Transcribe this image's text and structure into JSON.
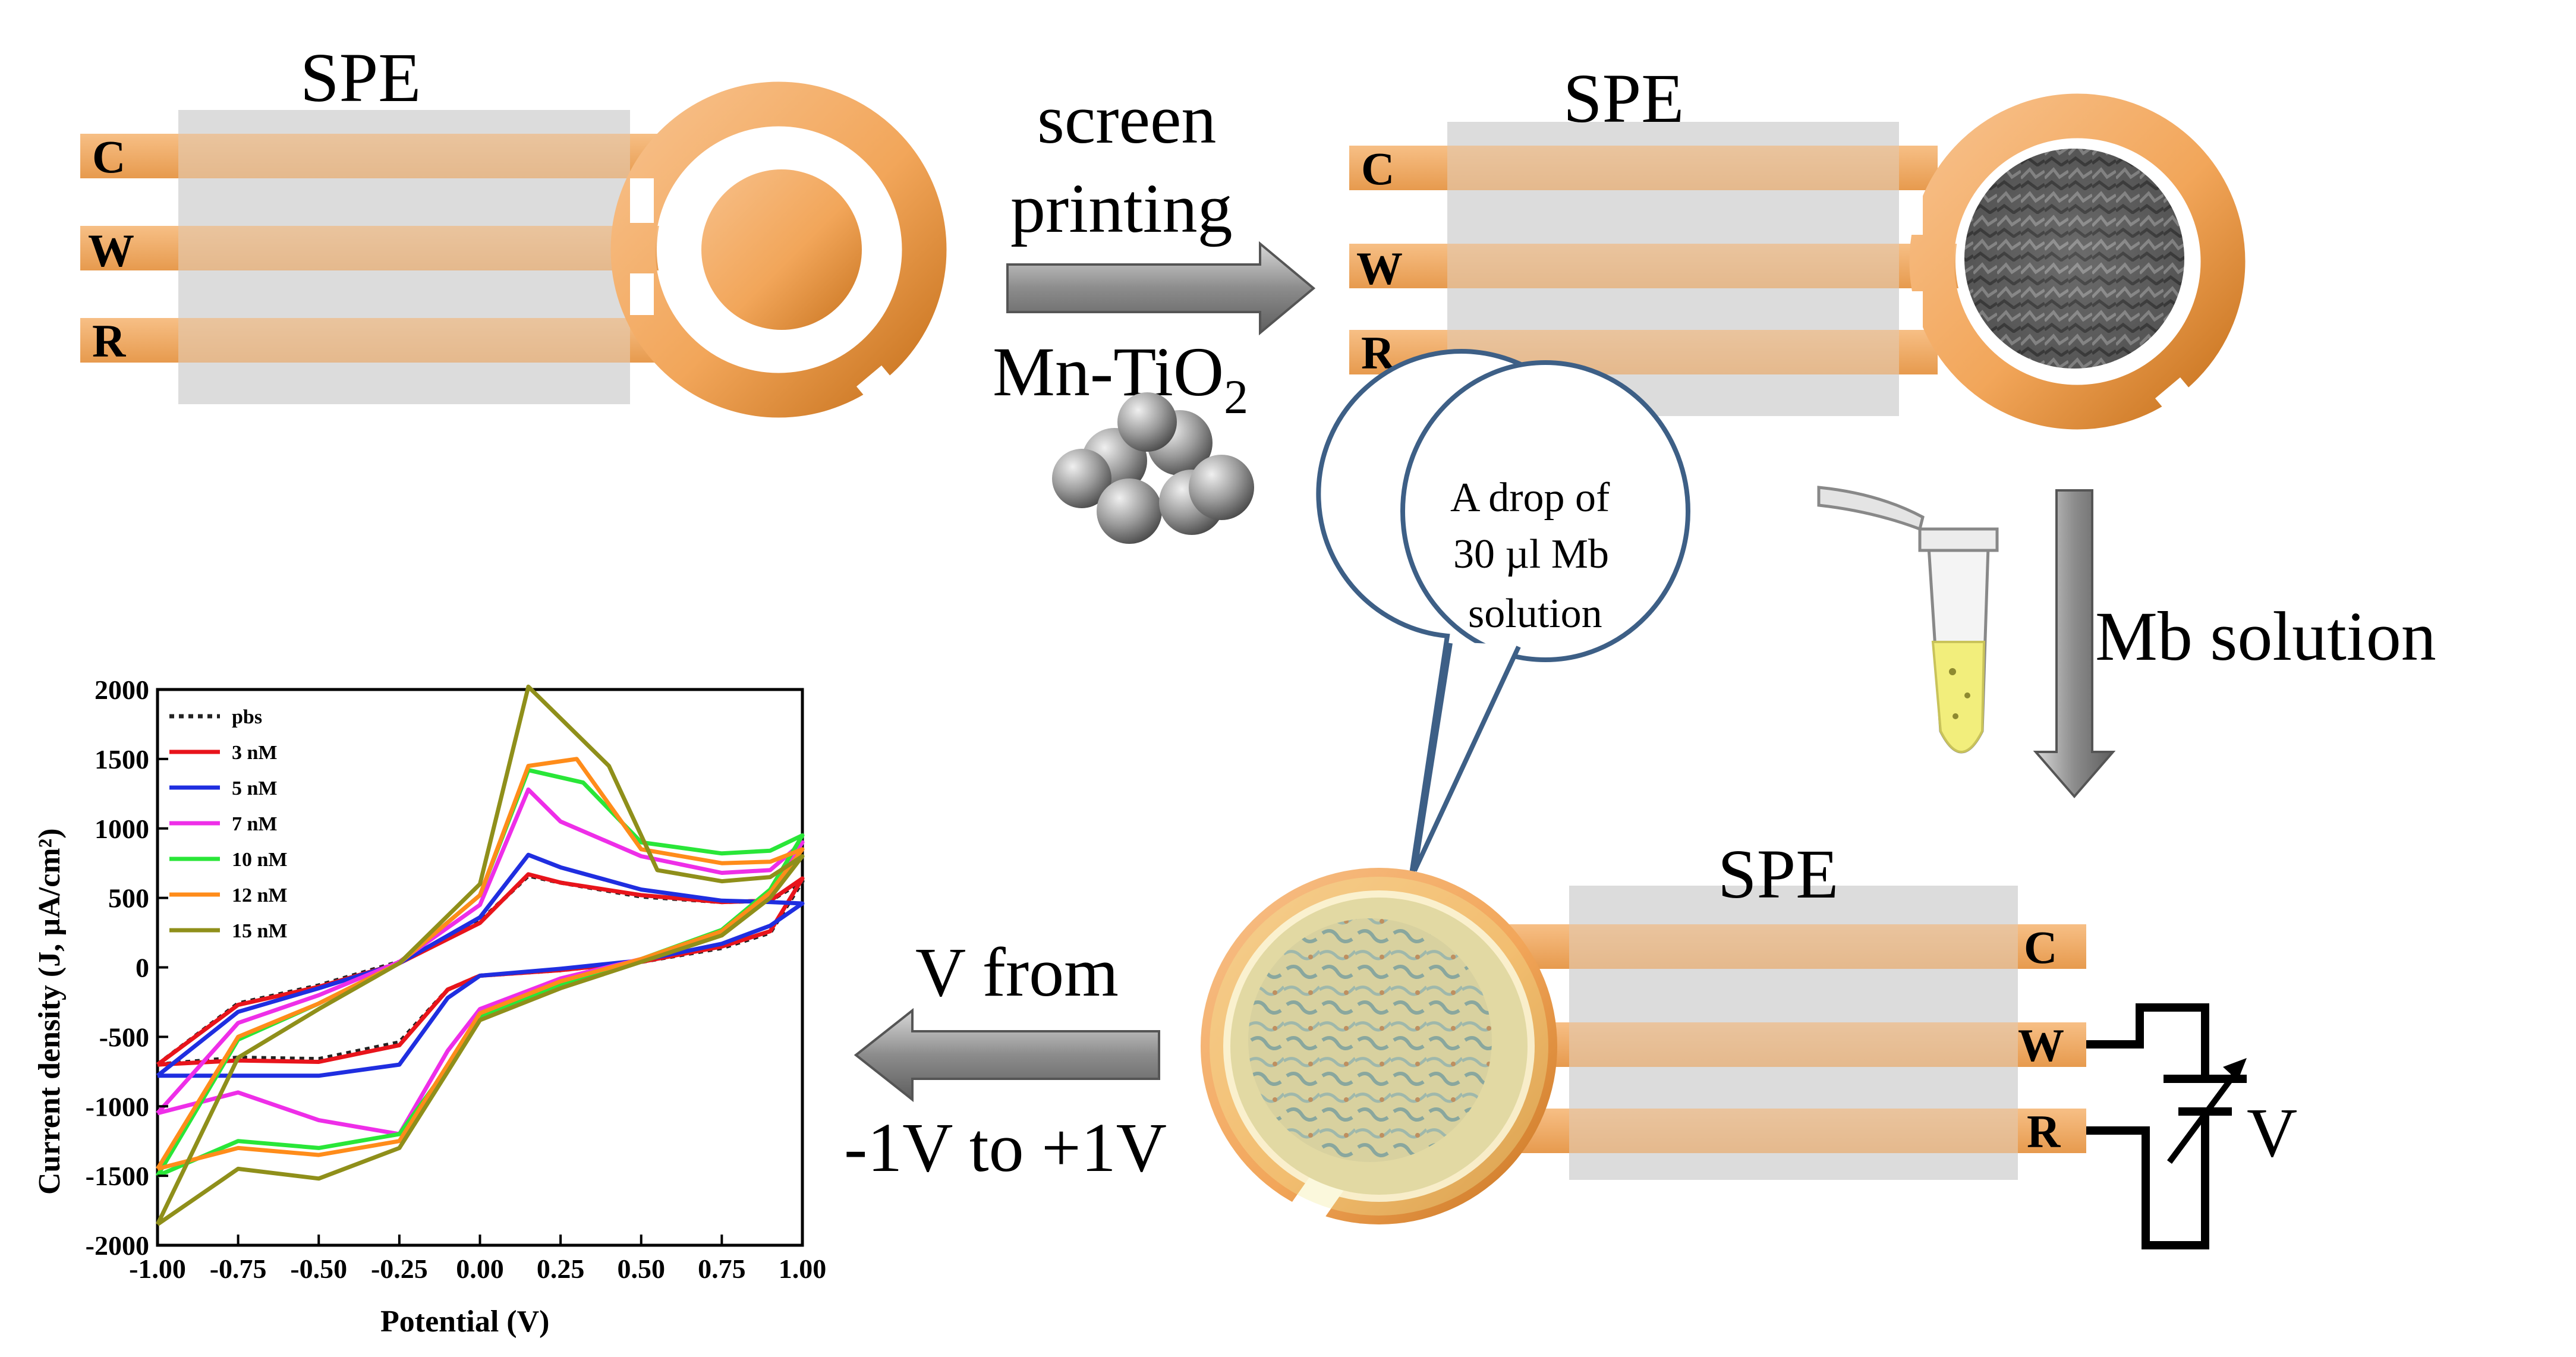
{
  "labels": {
    "spe1": "SPE",
    "spe2": "SPE",
    "spe3": "SPE",
    "c": "C",
    "w": "W",
    "r": "R",
    "step1_line1": "screen",
    "step1_line2": "printing",
    "step1_material": "Mn-TiO",
    "step1_subscript": "2",
    "step2": "Mb solution",
    "bubble_line1": "A drop of",
    "bubble_line2": "30 µl Mb",
    "bubble_line3": "solution",
    "step3_line1": "V from",
    "step3_line2": "-1V to +1V",
    "voltage": "V"
  },
  "colors": {
    "electrode_orange": "#f2a65a",
    "electrode_dark": "#d9822b",
    "substrate_grey": "#dcdcdc",
    "arrow_grey": "#9a9a9a",
    "bubble_stroke": "#3d5f86",
    "protein_blue": "#4a7fa0",
    "tube_yellow": "#f2ee7c"
  },
  "chart_data": {
    "type": "line",
    "xlabel": "Potential (V)",
    "ylabel": "Current density (J, µA/cm²)",
    "xlim": [
      -1.0,
      1.0
    ],
    "ylim": [
      -2000,
      2000
    ],
    "xticks": [
      "-1.00",
      "-0.75",
      "-0.50",
      "-0.25",
      "0.00",
      "0.25",
      "0.50",
      "0.75",
      "1.00"
    ],
    "yticks": [
      "2000",
      "1500",
      "1000",
      "500",
      "0",
      "-500",
      "-1000",
      "-1500",
      "-2000"
    ],
    "legend_position": "top-left",
    "series": [
      {
        "name": "pbs",
        "color": "#222222",
        "dash": true,
        "x": [
          -1.0,
          -0.75,
          -0.5,
          -0.25,
          0.0,
          0.15,
          0.25,
          0.5,
          0.75,
          0.9,
          1.0,
          0.9,
          0.75,
          0.5,
          0.25,
          0.0,
          -0.1,
          -0.25,
          -0.5,
          -0.75,
          -1.0
        ],
        "y": [
          -700,
          -260,
          -130,
          40,
          330,
          660,
          610,
          510,
          470,
          480,
          620,
          250,
          140,
          40,
          -20,
          -60,
          -160,
          -540,
          -660,
          -650,
          -700
        ]
      },
      {
        "name": "3 nM",
        "color": "#e8141b",
        "x": [
          -1.0,
          -0.75,
          -0.5,
          -0.25,
          0.0,
          0.15,
          0.25,
          0.5,
          0.75,
          0.9,
          1.0,
          0.9,
          0.75,
          0.5,
          0.25,
          0.0,
          -0.1,
          -0.25,
          -0.5,
          -0.75,
          -1.0
        ],
        "y": [
          -700,
          -270,
          -140,
          30,
          320,
          670,
          610,
          520,
          470,
          480,
          640,
          260,
          150,
          40,
          -20,
          -60,
          -160,
          -560,
          -680,
          -670,
          -700
        ]
      },
      {
        "name": "5 nM",
        "color": "#1f2ee0",
        "x": [
          -1.0,
          -0.75,
          -0.5,
          -0.25,
          0.0,
          0.15,
          0.25,
          0.5,
          0.75,
          0.9,
          1.0,
          0.9,
          0.75,
          0.5,
          0.25,
          0.0,
          -0.1,
          -0.25,
          -0.5,
          -0.75,
          -1.0
        ],
        "y": [
          -780,
          -320,
          -150,
          30,
          360,
          810,
          720,
          560,
          480,
          470,
          460,
          300,
          170,
          50,
          -10,
          -60,
          -220,
          -700,
          -780,
          -780,
          -780
        ]
      },
      {
        "name": "7 nM",
        "color": "#ee2ee8",
        "x": [
          -1.0,
          -0.75,
          -0.5,
          -0.25,
          0.0,
          0.15,
          0.25,
          0.5,
          0.75,
          0.9,
          1.0,
          0.9,
          0.75,
          0.5,
          0.25,
          0.0,
          -0.1,
          -0.25,
          -0.5,
          -0.75,
          -1.0
        ],
        "y": [
          -1050,
          -400,
          -200,
          40,
          450,
          1280,
          1050,
          800,
          680,
          700,
          900,
          520,
          250,
          60,
          -80,
          -300,
          -600,
          -1200,
          -1100,
          -900,
          -1050
        ]
      },
      {
        "name": "10 nM",
        "color": "#29e638",
        "x": [
          -1.0,
          -0.75,
          -0.5,
          -0.25,
          0.0,
          0.15,
          0.32,
          0.5,
          0.75,
          0.9,
          1.0,
          0.9,
          0.75,
          0.5,
          0.25,
          0.0,
          -0.1,
          -0.25,
          -0.5,
          -0.75,
          -1.0
        ],
        "y": [
          -1500,
          -520,
          -260,
          30,
          520,
          1420,
          1330,
          900,
          820,
          840,
          950,
          560,
          270,
          60,
          -120,
          -350,
          -720,
          -1200,
          -1300,
          -1250,
          -1500
        ]
      },
      {
        "name": "12 nM",
        "color": "#ff8c1a",
        "x": [
          -1.0,
          -0.75,
          -0.5,
          -0.25,
          0.0,
          0.15,
          0.3,
          0.5,
          0.75,
          0.9,
          1.0,
          0.9,
          0.75,
          0.5,
          0.25,
          0.0,
          -0.1,
          -0.25,
          -0.5,
          -0.75,
          -1.0
        ],
        "y": [
          -1450,
          -500,
          -260,
          30,
          520,
          1450,
          1500,
          850,
          750,
          760,
          850,
          540,
          260,
          60,
          -100,
          -330,
          -700,
          -1250,
          -1350,
          -1300,
          -1450
        ]
      },
      {
        "name": "15 nM",
        "color": "#8f8f1a",
        "x": [
          -1.0,
          -0.75,
          -0.5,
          -0.25,
          0.0,
          0.15,
          0.4,
          0.55,
          0.75,
          0.9,
          1.0,
          0.9,
          0.75,
          0.5,
          0.25,
          0.0,
          -0.1,
          -0.25,
          -0.5,
          -0.75,
          -1.0
        ],
        "y": [
          -1850,
          -650,
          -300,
          30,
          600,
          2020,
          1450,
          700,
          620,
          650,
          800,
          500,
          230,
          40,
          -150,
          -380,
          -750,
          -1300,
          -1520,
          -1450,
          -1850
        ]
      }
    ]
  }
}
